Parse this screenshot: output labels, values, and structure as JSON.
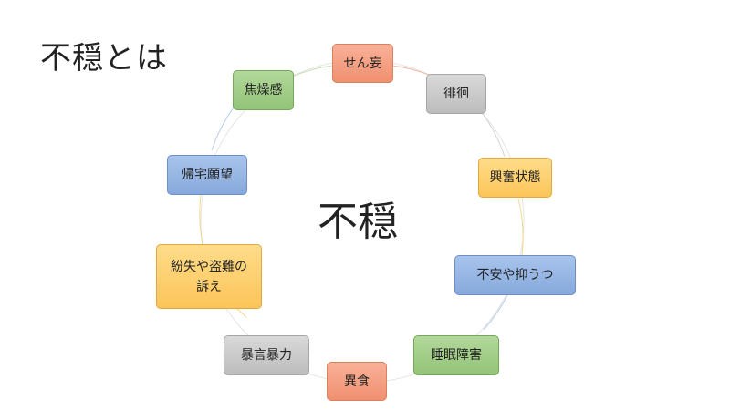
{
  "title": "不穏とは",
  "center": "不穏",
  "nodes": [
    {
      "id": "delirium",
      "label": "せん妄"
    },
    {
      "id": "wandering",
      "label": "徘徊"
    },
    {
      "id": "excitement",
      "label": "興奮状態"
    },
    {
      "id": "anxiety",
      "label": "不安や抑うつ"
    },
    {
      "id": "sleep-disorder",
      "label": "睡眠障害"
    },
    {
      "id": "pica",
      "label": "異食"
    },
    {
      "id": "violence",
      "label": "暴言暴力"
    },
    {
      "id": "theft-claims",
      "label": "紛失や盗難の\n訴え"
    },
    {
      "id": "go-home-desire",
      "label": "帰宅願望"
    },
    {
      "id": "agitation",
      "label": "焦燥感"
    }
  ],
  "colors": {
    "salmon": "#f0906f",
    "gray": "#bdbdbd",
    "yellow": "#fcc559",
    "blue": "#86a9dc",
    "green": "#93c477"
  }
}
